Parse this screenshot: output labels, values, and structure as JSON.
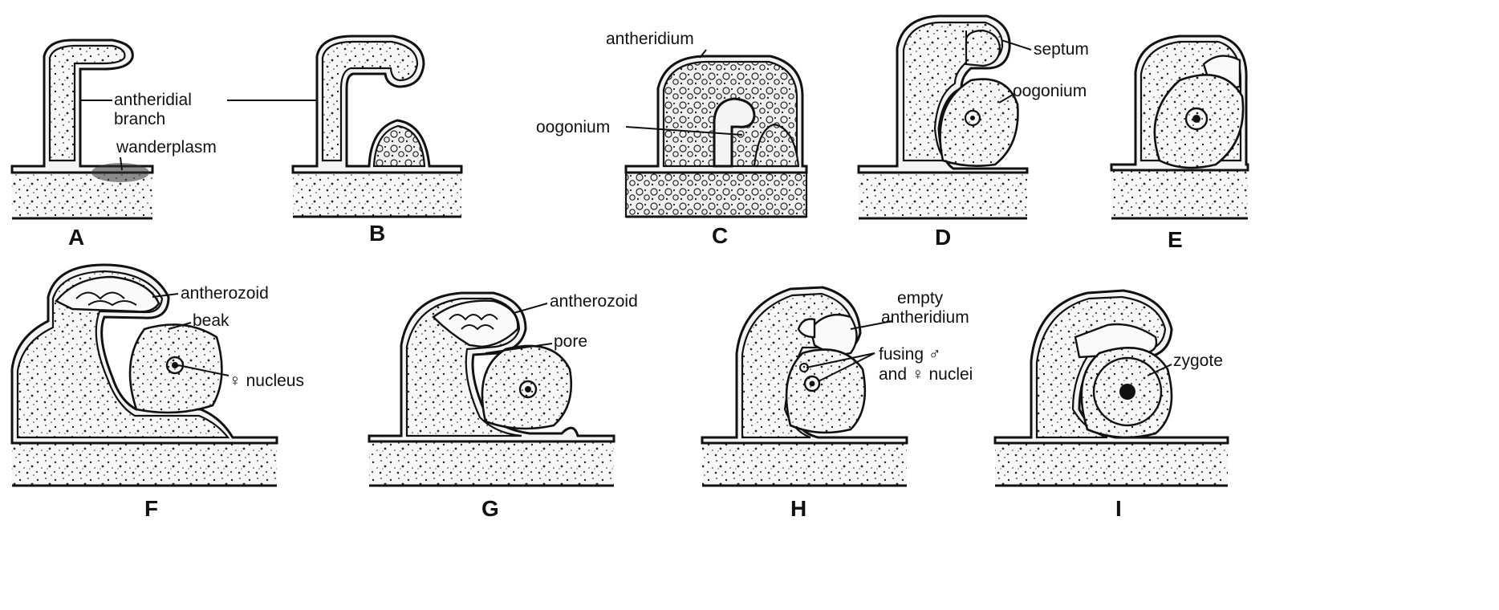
{
  "figure": {
    "panels": [
      {
        "letter": "A",
        "labels": {
          "antheridial_branch_1": "antheridial",
          "antheridial_branch_2": "branch",
          "wanderplasm": "wanderplasm"
        }
      },
      {
        "letter": "B",
        "labels": {}
      },
      {
        "letter": "C",
        "labels": {
          "antheridium": "antheridium",
          "oogonium": "oogonium"
        }
      },
      {
        "letter": "D",
        "labels": {
          "septum": "septum",
          "oogonium": "oogonium"
        }
      },
      {
        "letter": "E",
        "labels": {}
      },
      {
        "letter": "F",
        "labels": {
          "antherozoid": "antherozoid",
          "beak": "beak",
          "nucleus": "♀ nucleus"
        }
      },
      {
        "letter": "G",
        "labels": {
          "antherozoid": "antherozoid",
          "pore": "pore"
        }
      },
      {
        "letter": "H",
        "labels": {
          "empty_1": "empty",
          "empty_2": "antheridium",
          "fusing_1": "fusing ♂",
          "fusing_2": "and ♀ nuclei"
        }
      },
      {
        "letter": "I",
        "labels": {
          "zygote": "zygote"
        }
      }
    ]
  }
}
